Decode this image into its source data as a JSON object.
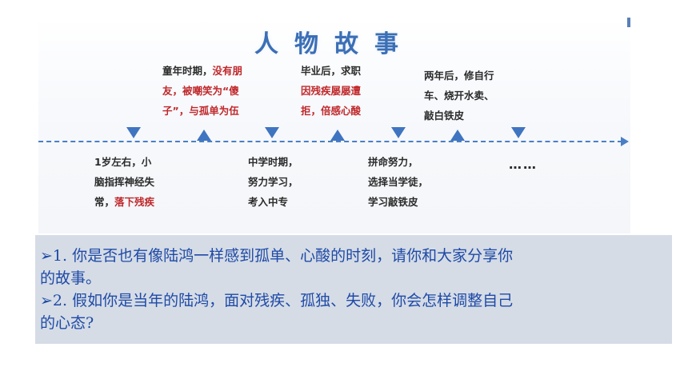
{
  "title": "人物故事",
  "top_events": [
    {
      "lines": [
        {
          "parts": [
            {
              "text": "童年时期，",
              "hl": false
            },
            {
              "text": "没有朋",
              "hl": true
            }
          ]
        },
        {
          "parts": [
            {
              "text": "友，被嘲笑为“傻",
              "hl": true
            }
          ]
        },
        {
          "parts": [
            {
              "text": "子”，与孤单为伍",
              "hl": true
            }
          ]
        }
      ]
    },
    {
      "lines": [
        {
          "parts": [
            {
              "text": "毕业后，求职",
              "hl": false
            }
          ]
        },
        {
          "parts": [
            {
              "text": "因残疾屡屡遭",
              "hl": true
            }
          ]
        },
        {
          "parts": [
            {
              "text": "拒，倍感心酸",
              "hl": true
            }
          ]
        }
      ]
    },
    {
      "lines": [
        {
          "parts": [
            {
              "text": "两年后，修自行",
              "hl": false
            }
          ]
        },
        {
          "parts": [
            {
              "text": "车、烧开水卖、",
              "hl": false
            }
          ]
        },
        {
          "parts": [
            {
              "text": "敲白铁皮",
              "hl": false
            }
          ]
        }
      ]
    }
  ],
  "bottom_events": [
    {
      "lines": [
        {
          "parts": [
            {
              "text": "1岁左右，小",
              "hl": false
            }
          ]
        },
        {
          "parts": [
            {
              "text": "脑指挥神经失",
              "hl": false
            }
          ]
        },
        {
          "parts": [
            {
              "text": "常，",
              "hl": false
            },
            {
              "text": "落下残疾",
              "hl": true
            }
          ]
        }
      ]
    },
    {
      "lines": [
        {
          "parts": [
            {
              "text": "中学时期，",
              "hl": false
            }
          ]
        },
        {
          "parts": [
            {
              "text": "努力学习，",
              "hl": false
            }
          ]
        },
        {
          "parts": [
            {
              "text": "考入中专",
              "hl": false
            }
          ]
        }
      ]
    },
    {
      "lines": [
        {
          "parts": [
            {
              "text": "拼命努力，",
              "hl": false
            }
          ]
        },
        {
          "parts": [
            {
              "text": "选择当学徒，",
              "hl": false
            }
          ]
        },
        {
          "parts": [
            {
              "text": "学习敲铁皮",
              "hl": false
            }
          ]
        }
      ]
    }
  ],
  "ellipsis": "……",
  "questions": {
    "bullet": "➢",
    "q1_line1": "1. 你是否也有像陆鸿一样感到孤单、心酸的时刻，请你和大家分享你",
    "q1_line2": "的故事。",
    "q2_line1": "2. 假如你是当年的陆鸿，面对残疾、孤独、失败，你会怎样调整自己",
    "q2_line2": "的心态?"
  },
  "colors": {
    "accent": "#3f74c0",
    "highlight": "#c0282b",
    "question_text": "#1f4aa6",
    "question_bg": "#d5dce6"
  }
}
